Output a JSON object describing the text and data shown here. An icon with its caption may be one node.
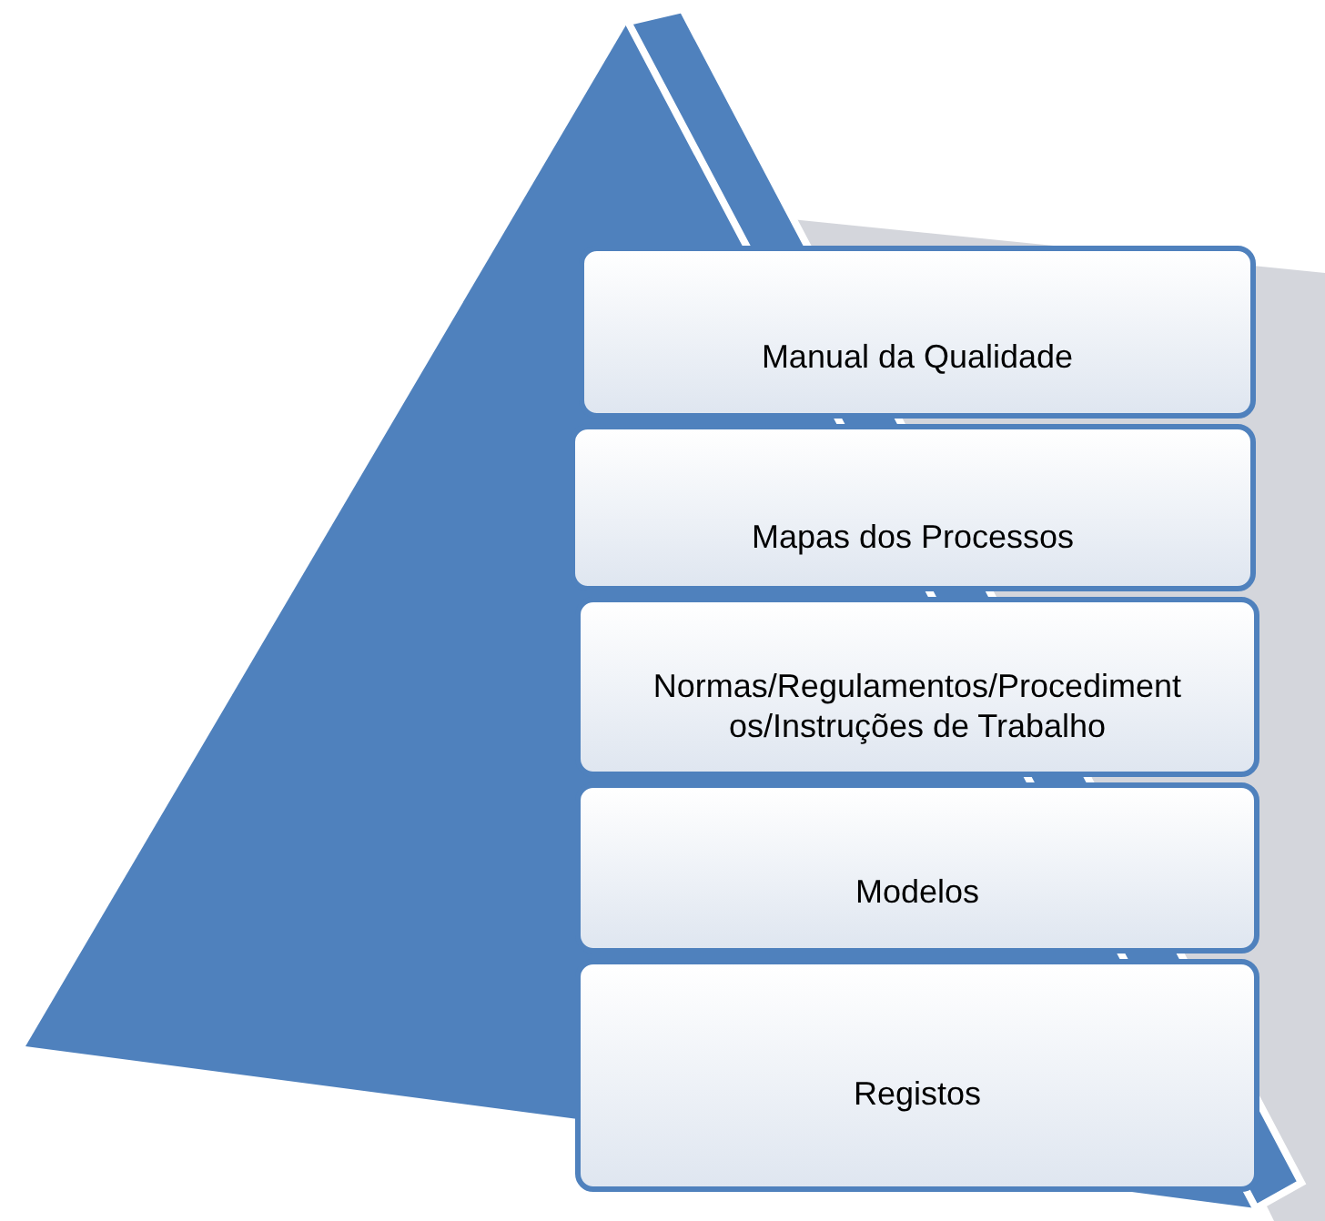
{
  "diagram": {
    "nodes": [
      {
        "text": [
          "Manual da Qualidade"
        ]
      },
      {
        "text": [
          "Mapas dos Processos"
        ]
      },
      {
        "text": [
          "Normas/Regulamentos/Procediment os/Instruções de Trabalho"
        ]
      },
      {
        "text": [
          "Modelos"
        ]
      },
      {
        "text": [
          "Registos"
        ]
      }
    ]
  }
}
